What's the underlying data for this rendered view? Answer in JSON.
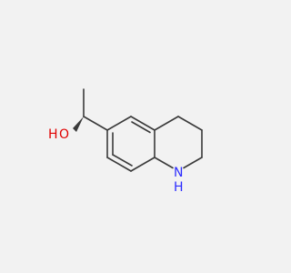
{
  "molecule": {
    "atoms": {
      "oxygen": {
        "label": "O",
        "color": "#e00000"
      },
      "hydrogen_oh": {
        "label": "H",
        "color": "#e00000"
      },
      "nitrogen": {
        "label": "N",
        "color": "#2c2cff"
      },
      "hydrogen_nh": {
        "label": "H",
        "color": "#2c2cff"
      }
    },
    "bond_color": "#3a3a3a",
    "background_color": "#f2f2f2"
  }
}
